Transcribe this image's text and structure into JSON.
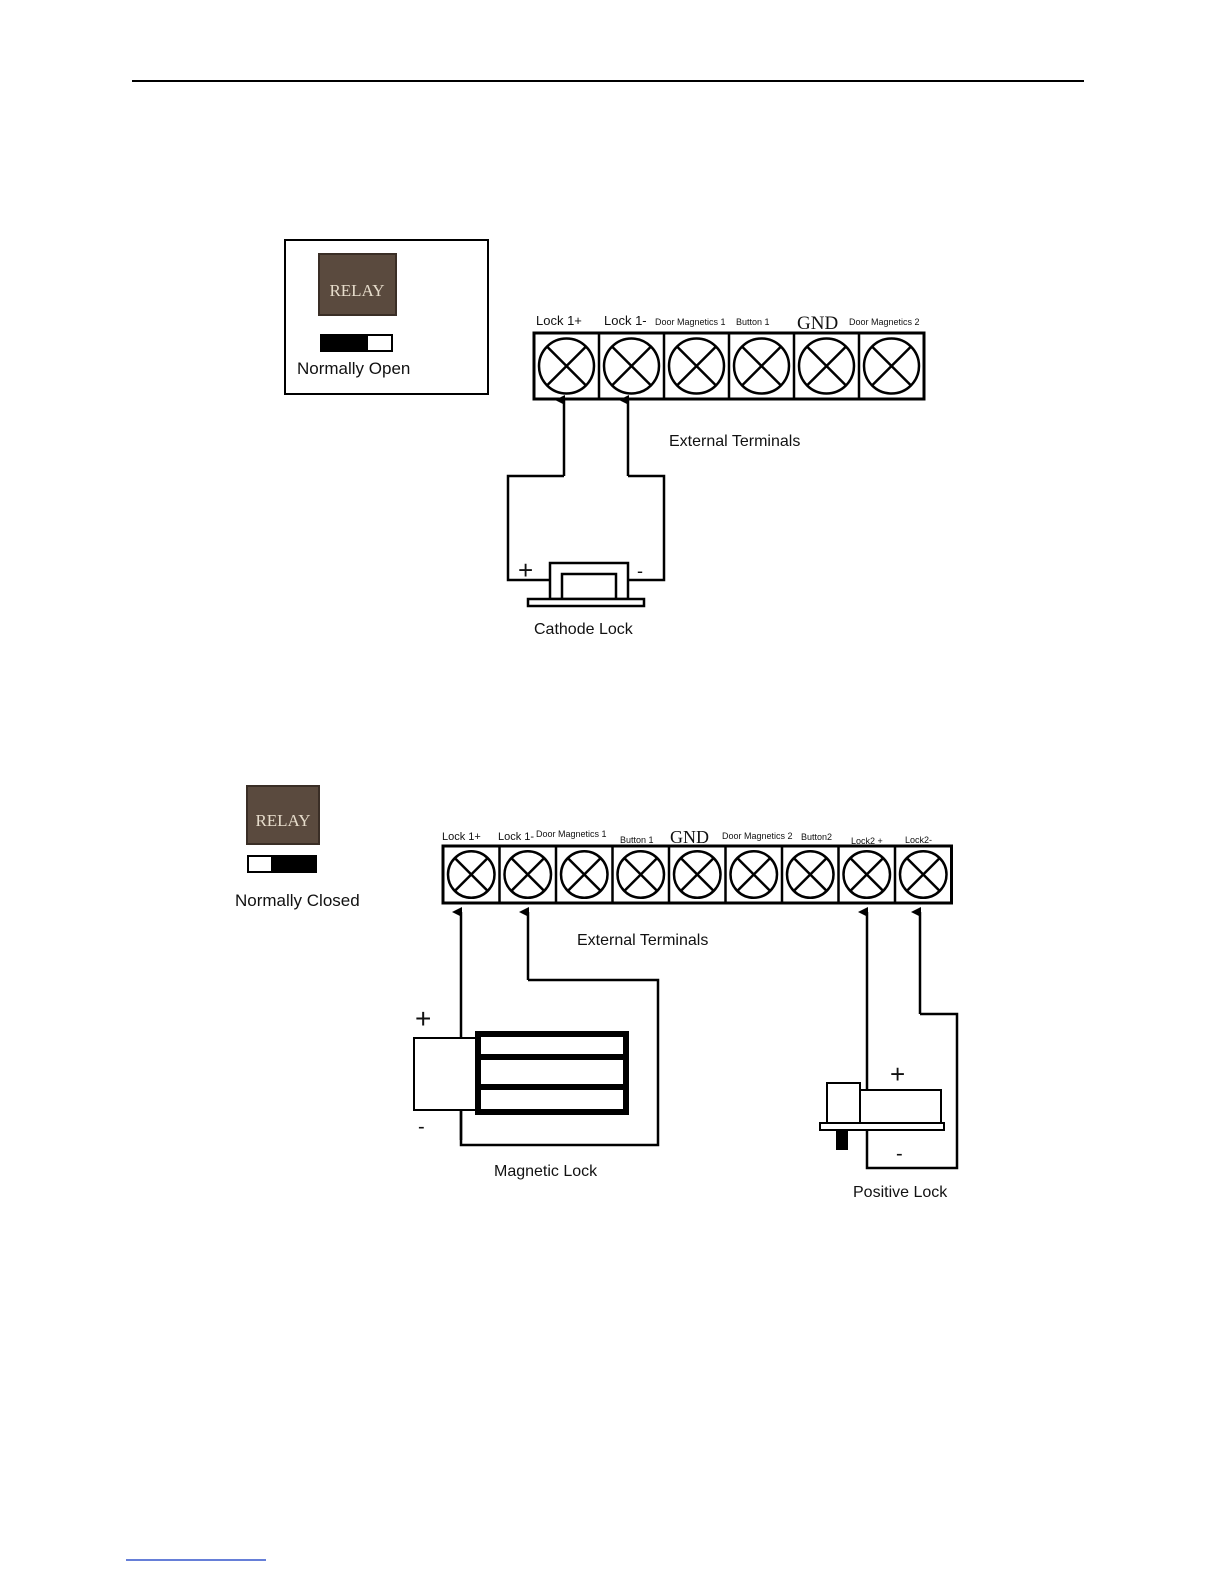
{
  "figure1": {
    "relay_label": "RELAY",
    "relay_color": "#5a4a3e",
    "mode": "Normally Open",
    "terminals": [
      "Lock 1+",
      "Lock 1-",
      "Door Magnetics 1",
      "Button 1",
      "GND",
      "Door Magnetics 2"
    ],
    "terminals_caption": "External Terminals",
    "lock_name": "Cathode Lock",
    "plus": "+",
    "minus": "-"
  },
  "figure2": {
    "relay_label": "RELAY",
    "relay_color": "#5a4a3e",
    "mode": "Normally Closed",
    "terminals": [
      "Lock 1+",
      "Lock 1-",
      "Door Magnetics 1",
      "Button 1",
      "GND",
      "Door Magnetics 2",
      "Button2",
      "Lock2 +",
      "Lock2-"
    ],
    "terminals_caption": "External Terminals",
    "lock_left_name": "Magnetic Lock",
    "lock_right_name": "Positive Lock",
    "plus": "+",
    "minus": "-"
  }
}
